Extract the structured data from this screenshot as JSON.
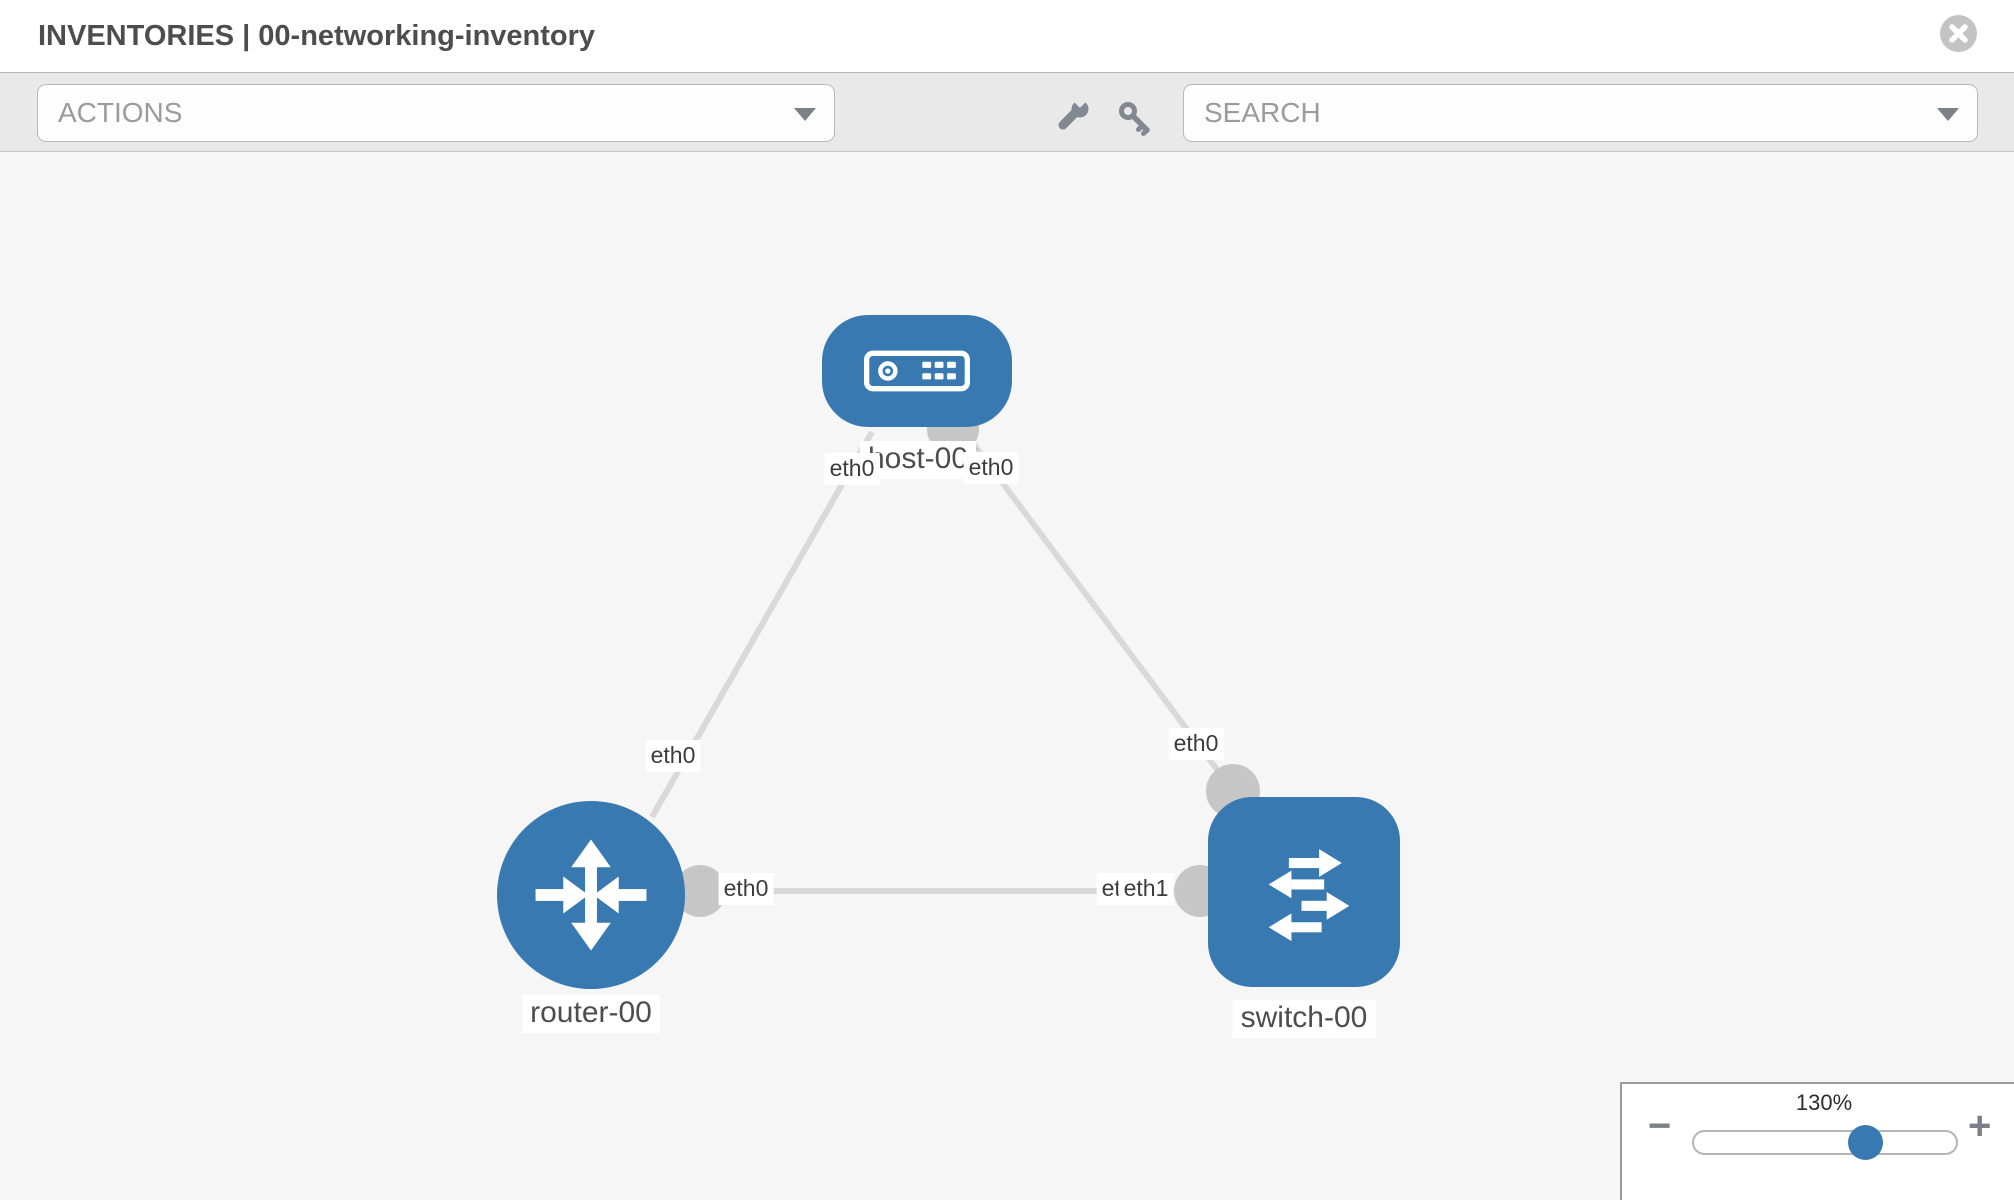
{
  "header": {
    "title": "INVENTORIES | 00-networking-inventory"
  },
  "toolbar": {
    "actions_label": "ACTIONS",
    "search_label": "SEARCH"
  },
  "topology": {
    "nodes": [
      {
        "label": "host-00",
        "type": "host"
      },
      {
        "label": "router-00",
        "type": "router"
      },
      {
        "label": "switch-00",
        "type": "switch"
      }
    ],
    "links": [
      {
        "from": "router-00",
        "to": "host-00",
        "from_interface": "eth0",
        "to_interface": "eth0"
      },
      {
        "from": "switch-00",
        "to": "host-00",
        "from_interface": "eth0",
        "to_interface": "eth0"
      },
      {
        "from": "router-00",
        "to": "switch-00",
        "from_interface": "eth0",
        "to_interface": "eth1"
      }
    ],
    "interface_labels": [
      {
        "text": "eth0",
        "location": "host-left"
      },
      {
        "text": "eth0",
        "location": "host-right"
      },
      {
        "text": "eth0",
        "location": "router-top"
      },
      {
        "text": "eth0",
        "location": "switch-top"
      },
      {
        "text": "eth0",
        "location": "link-bottom-left"
      },
      {
        "text": "eth0",
        "location": "link-bottom-right-back"
      },
      {
        "text": "eth1",
        "location": "link-bottom-right-front"
      }
    ]
  },
  "zoom_panel": {
    "value": "130%",
    "minus_label": "−",
    "plus_label": "+"
  },
  "colors": {
    "node_blue": "#3879b2",
    "link_gray": "#d9d9d9",
    "port_gray": "#c6c6c6",
    "toolbar_bg": "#e9e9e9",
    "canvas_bg": "#f6f6f6"
  }
}
